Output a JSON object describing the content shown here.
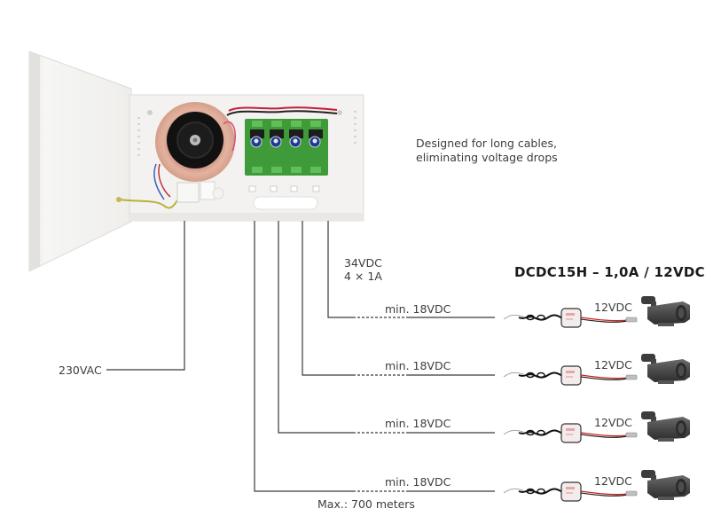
{
  "description": {
    "line1": "Designed for long cables,",
    "line2": "eliminating voltage drops"
  },
  "input": {
    "label": "230VAC"
  },
  "psu_output": {
    "voltage": "34VDC",
    "channels": "4 × 1A"
  },
  "module": {
    "title": "DCDC15H – 1,0A / 12VDC"
  },
  "channels": [
    {
      "input_label": "min. 18VDC",
      "output_label": "12VDC"
    },
    {
      "input_label": "min. 18VDC",
      "output_label": "12VDC"
    },
    {
      "input_label": "min. 18VDC",
      "output_label": "12VDC"
    },
    {
      "input_label": "min. 18VDC",
      "output_label": "12VDC"
    }
  ],
  "distance": {
    "label": "Max.: 700 meters"
  },
  "components": {
    "enclosure": "power-supply-enclosure",
    "converter": "dcdc-converter-module",
    "camera": "cctv-bullet-camera"
  },
  "colors": {
    "line": "#3a3a3a",
    "pcb": "#3f9a3a",
    "transformer_copper": "#d9a48f",
    "enclosure": "#f1f0ee"
  }
}
